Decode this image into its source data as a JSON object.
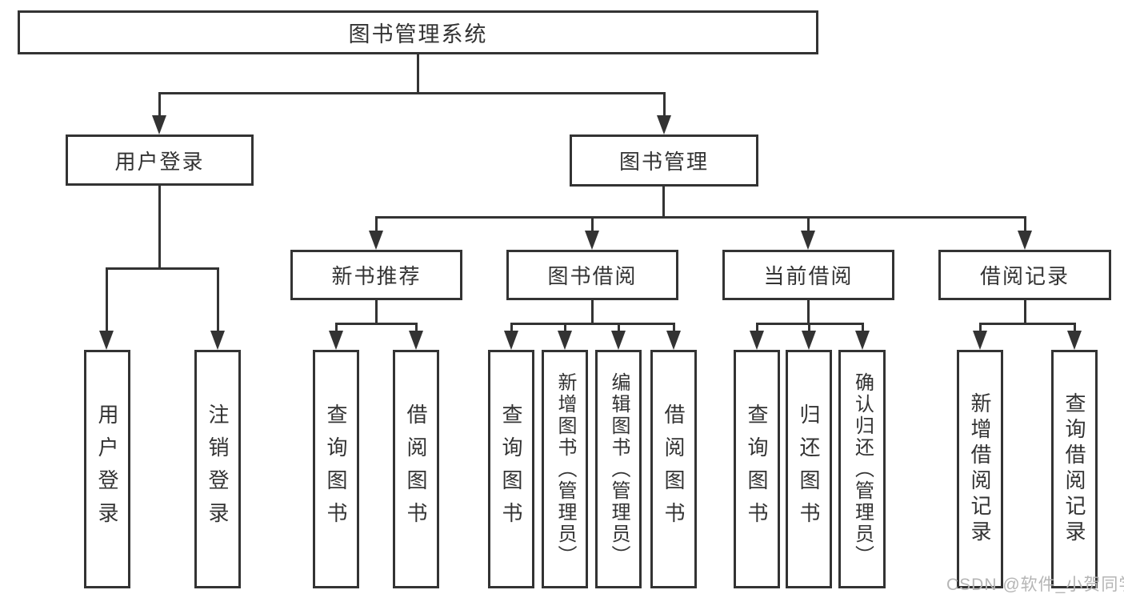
{
  "diagram": {
    "root": "图书管理系统",
    "branches": {
      "user_login": {
        "label": "用户登录",
        "children": [
          "用户登录",
          "注销登录"
        ]
      },
      "book_management": {
        "label": "图书管理",
        "sections": {
          "new_book_recommend": {
            "label": "新书推荐",
            "children": [
              "查询图书",
              "借阅图书"
            ]
          },
          "book_borrow": {
            "label": "图书借阅",
            "children": [
              "查询图书",
              "新增图书（管理员）",
              "编辑图书（管理员）",
              "借阅图书"
            ]
          },
          "current_borrow": {
            "label": "当前借阅",
            "children": [
              "查询图书",
              "归还图书",
              "确认归还（管理员）"
            ]
          },
          "borrow_records": {
            "label": "借阅记录",
            "children": [
              "新增借阅记录",
              "查询借阅记录"
            ]
          }
        }
      }
    }
  },
  "watermark": "CSDN @软件_小贺同学",
  "colors": {
    "line": "#333333",
    "text": "#333333",
    "background": "#ffffff",
    "watermark": "#b5b5b5"
  }
}
